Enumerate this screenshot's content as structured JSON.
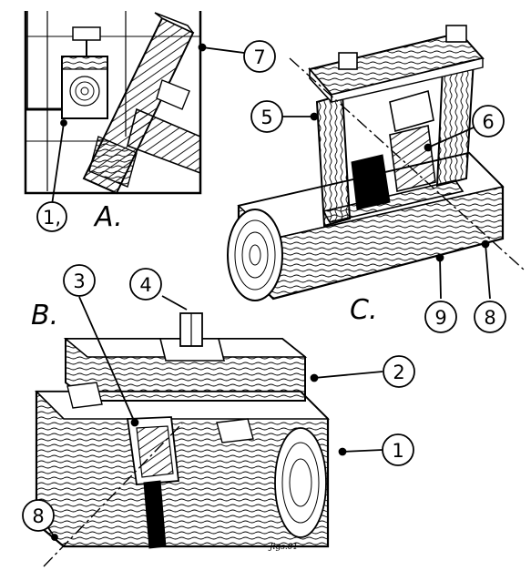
{
  "panels": [
    {
      "id": "A",
      "label": "A."
    },
    {
      "id": "B",
      "label": "B."
    },
    {
      "id": "C",
      "label": "C."
    }
  ],
  "callouts": [
    {
      "id": "c1a",
      "number": "1,"
    },
    {
      "id": "c7",
      "number": "7"
    },
    {
      "id": "c5",
      "number": "5"
    },
    {
      "id": "c6",
      "number": "6"
    },
    {
      "id": "c9",
      "number": "9"
    },
    {
      "id": "c8c",
      "number": "8"
    },
    {
      "id": "c3",
      "number": "3"
    },
    {
      "id": "c4",
      "number": "4"
    },
    {
      "id": "c2",
      "number": "2"
    },
    {
      "id": "c1b",
      "number": "1"
    },
    {
      "id": "c8b",
      "number": "8"
    }
  ],
  "signature": "Jigs.01",
  "colors": {
    "ink": "#000000",
    "paper": "#ffffff"
  }
}
